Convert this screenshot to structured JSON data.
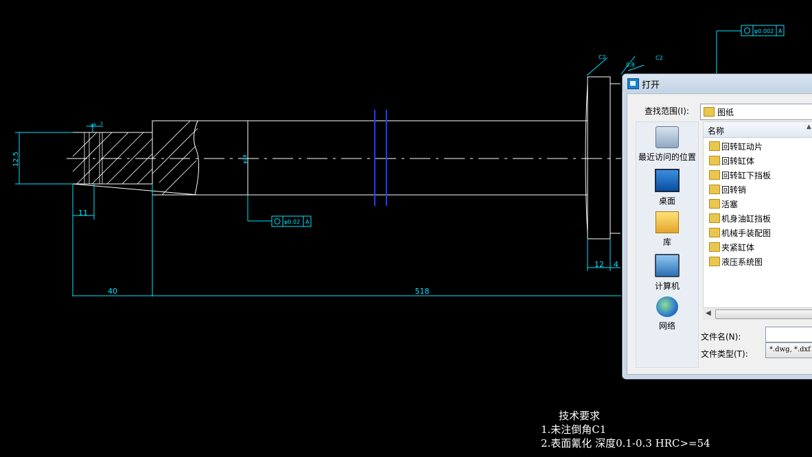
{
  "drawing": {
    "dims": {
      "d_12_5": "12.5",
      "d_11": "11",
      "d_40": "40",
      "d_518": "518",
      "d_12": "12",
      "d_4": "4",
      "d_c2_left": "C2",
      "d_c2_right": "C2",
      "d_0_8": "0.8",
      "d_phi": "φ8",
      "d_phi38": "φ38",
      "d_small": "3"
    },
    "tolerances": {
      "mid": {
        "value": "φ0.02",
        "datum": "A"
      },
      "top": {
        "value": "φ0.002",
        "datum": "A"
      }
    }
  },
  "tech_requirements": {
    "title": "技术要求",
    "line1": "1.未注倒角C1",
    "line2": "2.表面氰化  深度0.1-0.3 HRC>=54"
  },
  "dialog": {
    "title": "打开",
    "look_in_label": "查找范围(I):",
    "look_in_value": "图纸",
    "places": [
      {
        "label": "最近访问的位置",
        "icon": "recent-places-icon"
      },
      {
        "label": "桌面",
        "icon": "desktop-icon"
      },
      {
        "label": "库",
        "icon": "library-icon"
      },
      {
        "label": "计算机",
        "icon": "computer-icon"
      },
      {
        "label": "网络",
        "icon": "network-icon"
      }
    ],
    "list_header": "名称",
    "files": [
      "回转缸动片",
      "回转缸体",
      "回转缸下挡板",
      "回转销",
      "活塞",
      "机身油缸挡板",
      "机械手装配图",
      "夹紧缸体",
      "液压系统图"
    ],
    "filename_label": "文件名(N):",
    "filename_value": "",
    "filetype_label": "文件类型(T):",
    "filetype_value": "*.dwg, *.dxf"
  }
}
